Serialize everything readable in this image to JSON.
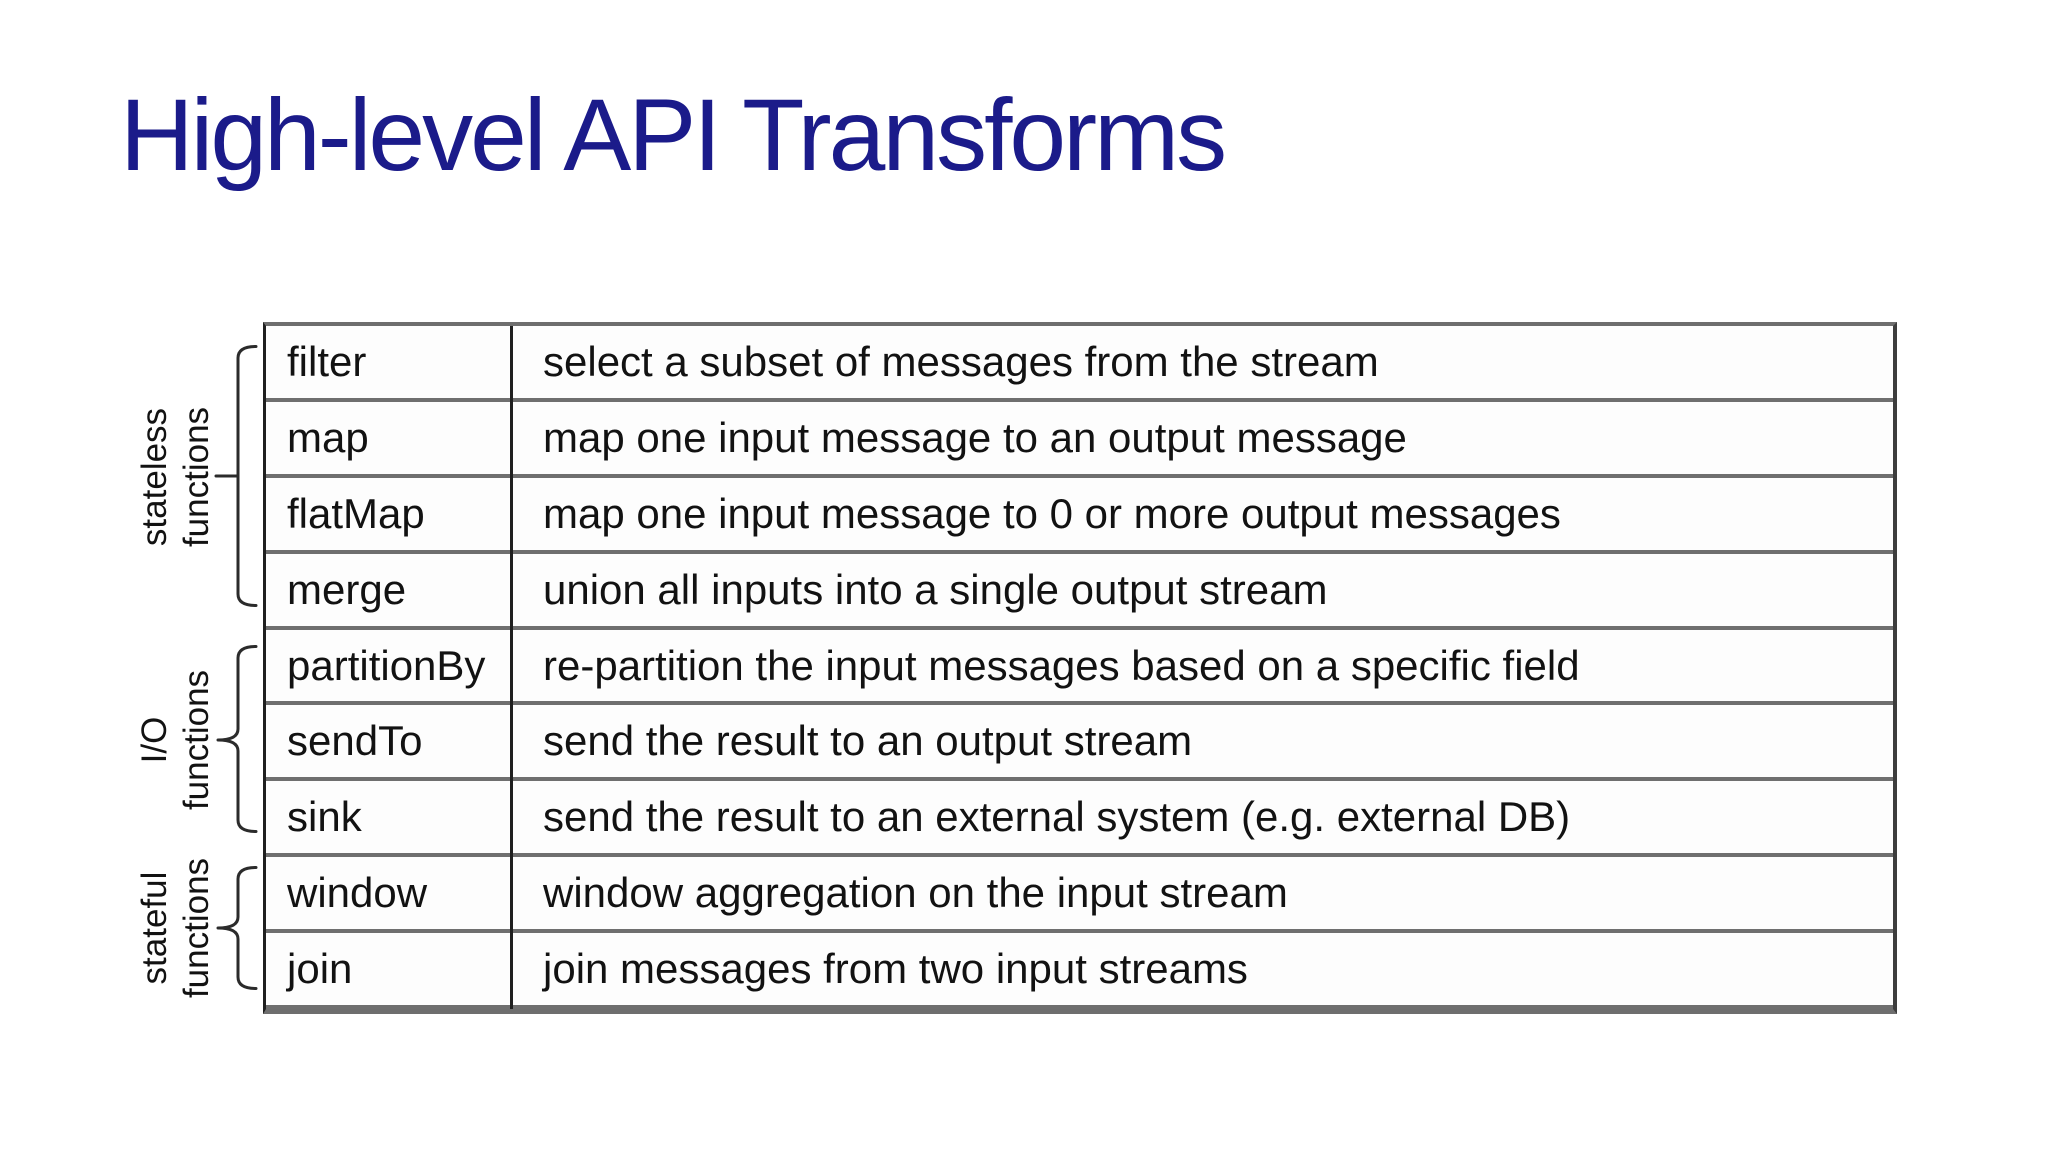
{
  "slide": {
    "title": "High-level API Transforms",
    "colors": {
      "title": "#1b1b8a",
      "background": "#ffffff",
      "table_rule_gray": "#6e6e6e",
      "table_rule_black": "#1f1f1f",
      "text": "#121212"
    }
  },
  "table": {
    "rows": [
      {
        "name": "filter",
        "description": "select a subset of messages from the stream"
      },
      {
        "name": "map",
        "description": "map one input message to an output message"
      },
      {
        "name": "flatMap",
        "description": "map one input message to 0 or more output messages"
      },
      {
        "name": "merge",
        "description": "union all inputs into a single output stream"
      },
      {
        "name": "partitionBy",
        "description": "re-partition the input messages based on a specific field"
      },
      {
        "name": "sendTo",
        "description": "send the result to an output stream"
      },
      {
        "name": "sink",
        "description": "send the result to an external system (e.g. external DB)"
      },
      {
        "name": "window",
        "description": "window aggregation on the input stream"
      },
      {
        "name": "join",
        "description": "join messages from two input streams"
      }
    ]
  },
  "groups": [
    {
      "id": "stateless",
      "label_lines": [
        "stateless",
        "functions"
      ],
      "rows": [
        "filter",
        "map",
        "flatMap",
        "merge"
      ]
    },
    {
      "id": "io",
      "label_lines": [
        "I/O",
        "functions"
      ],
      "rows": [
        "partitionBy",
        "sendTo",
        "sink"
      ]
    },
    {
      "id": "stateful",
      "label_lines": [
        "stateful",
        "functions"
      ],
      "rows": [
        "window",
        "join"
      ]
    }
  ]
}
